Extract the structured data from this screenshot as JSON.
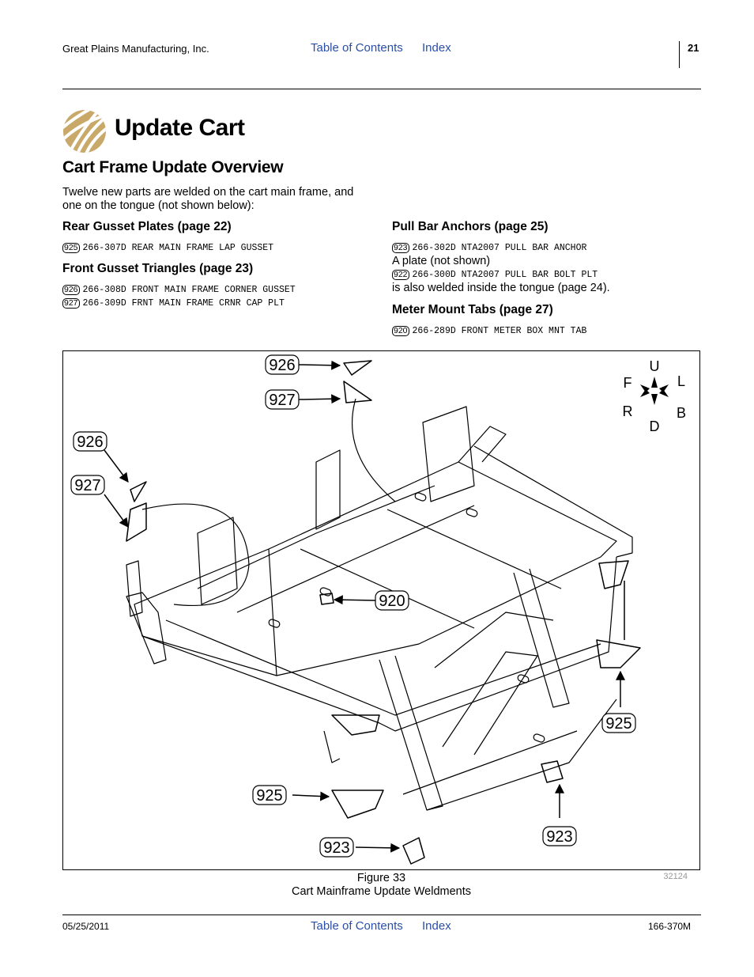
{
  "header": {
    "company": "Great Plains Manufacturing, Inc.",
    "toc_link": "Table of Contents",
    "index_link": "Index",
    "page_number": "21"
  },
  "title": "Update Cart",
  "section": {
    "heading": "Cart Frame Update Overview",
    "intro": "Twelve new parts are welded on the cart main frame, and one on the tongue (not shown below):"
  },
  "groups": {
    "rear": {
      "heading": "Rear Gusset Plates (page 22)",
      "items": [
        {
          "callout": "925",
          "text": "266-307D REAR MAIN FRAME LAP GUSSET"
        }
      ]
    },
    "front": {
      "heading": "Front Gusset Triangles (page 23)",
      "items": [
        {
          "callout": "926",
          "text": "266-308D FRONT MAIN FRAME CORNER GUSSET"
        },
        {
          "callout": "927",
          "text": "266-309D FRNT MAIN FRAME CRNR CAP PLT"
        }
      ]
    },
    "pullbar": {
      "heading": "Pull Bar Anchors (page 25)",
      "item1": {
        "callout": "923",
        "text": "266-302D NTA2007 PULL BAR ANCHOR"
      },
      "note1": "A plate (not shown)",
      "item2": {
        "callout": "922",
        "text": "266-300D NTA2007 PULL BAR BOLT PLT"
      },
      "note2": "is also welded inside the tongue (page 24)."
    },
    "meter": {
      "heading": "Meter Mount Tabs (page 27)",
      "items": [
        {
          "callout": "920",
          "text": "266-289D FRONT METER BOX MNT TAB"
        }
      ]
    }
  },
  "figure": {
    "callouts": {
      "c926a": "926",
      "c927a": "927",
      "c926b": "926",
      "c927b": "927",
      "c920": "920",
      "c925a": "925",
      "c925b": "925",
      "c923a": "923",
      "c923b": "923"
    },
    "compass": {
      "up": "U",
      "down": "D",
      "front": "F",
      "left": "L",
      "rear": "R",
      "back": "B"
    },
    "number": "Figure 33",
    "caption": "Cart Mainframe Update Weldments",
    "image_id": "32124"
  },
  "footer": {
    "date": "05/25/2011",
    "toc_link": "Table of Contents",
    "index_link": "Index",
    "doc_number": "166-370M"
  }
}
